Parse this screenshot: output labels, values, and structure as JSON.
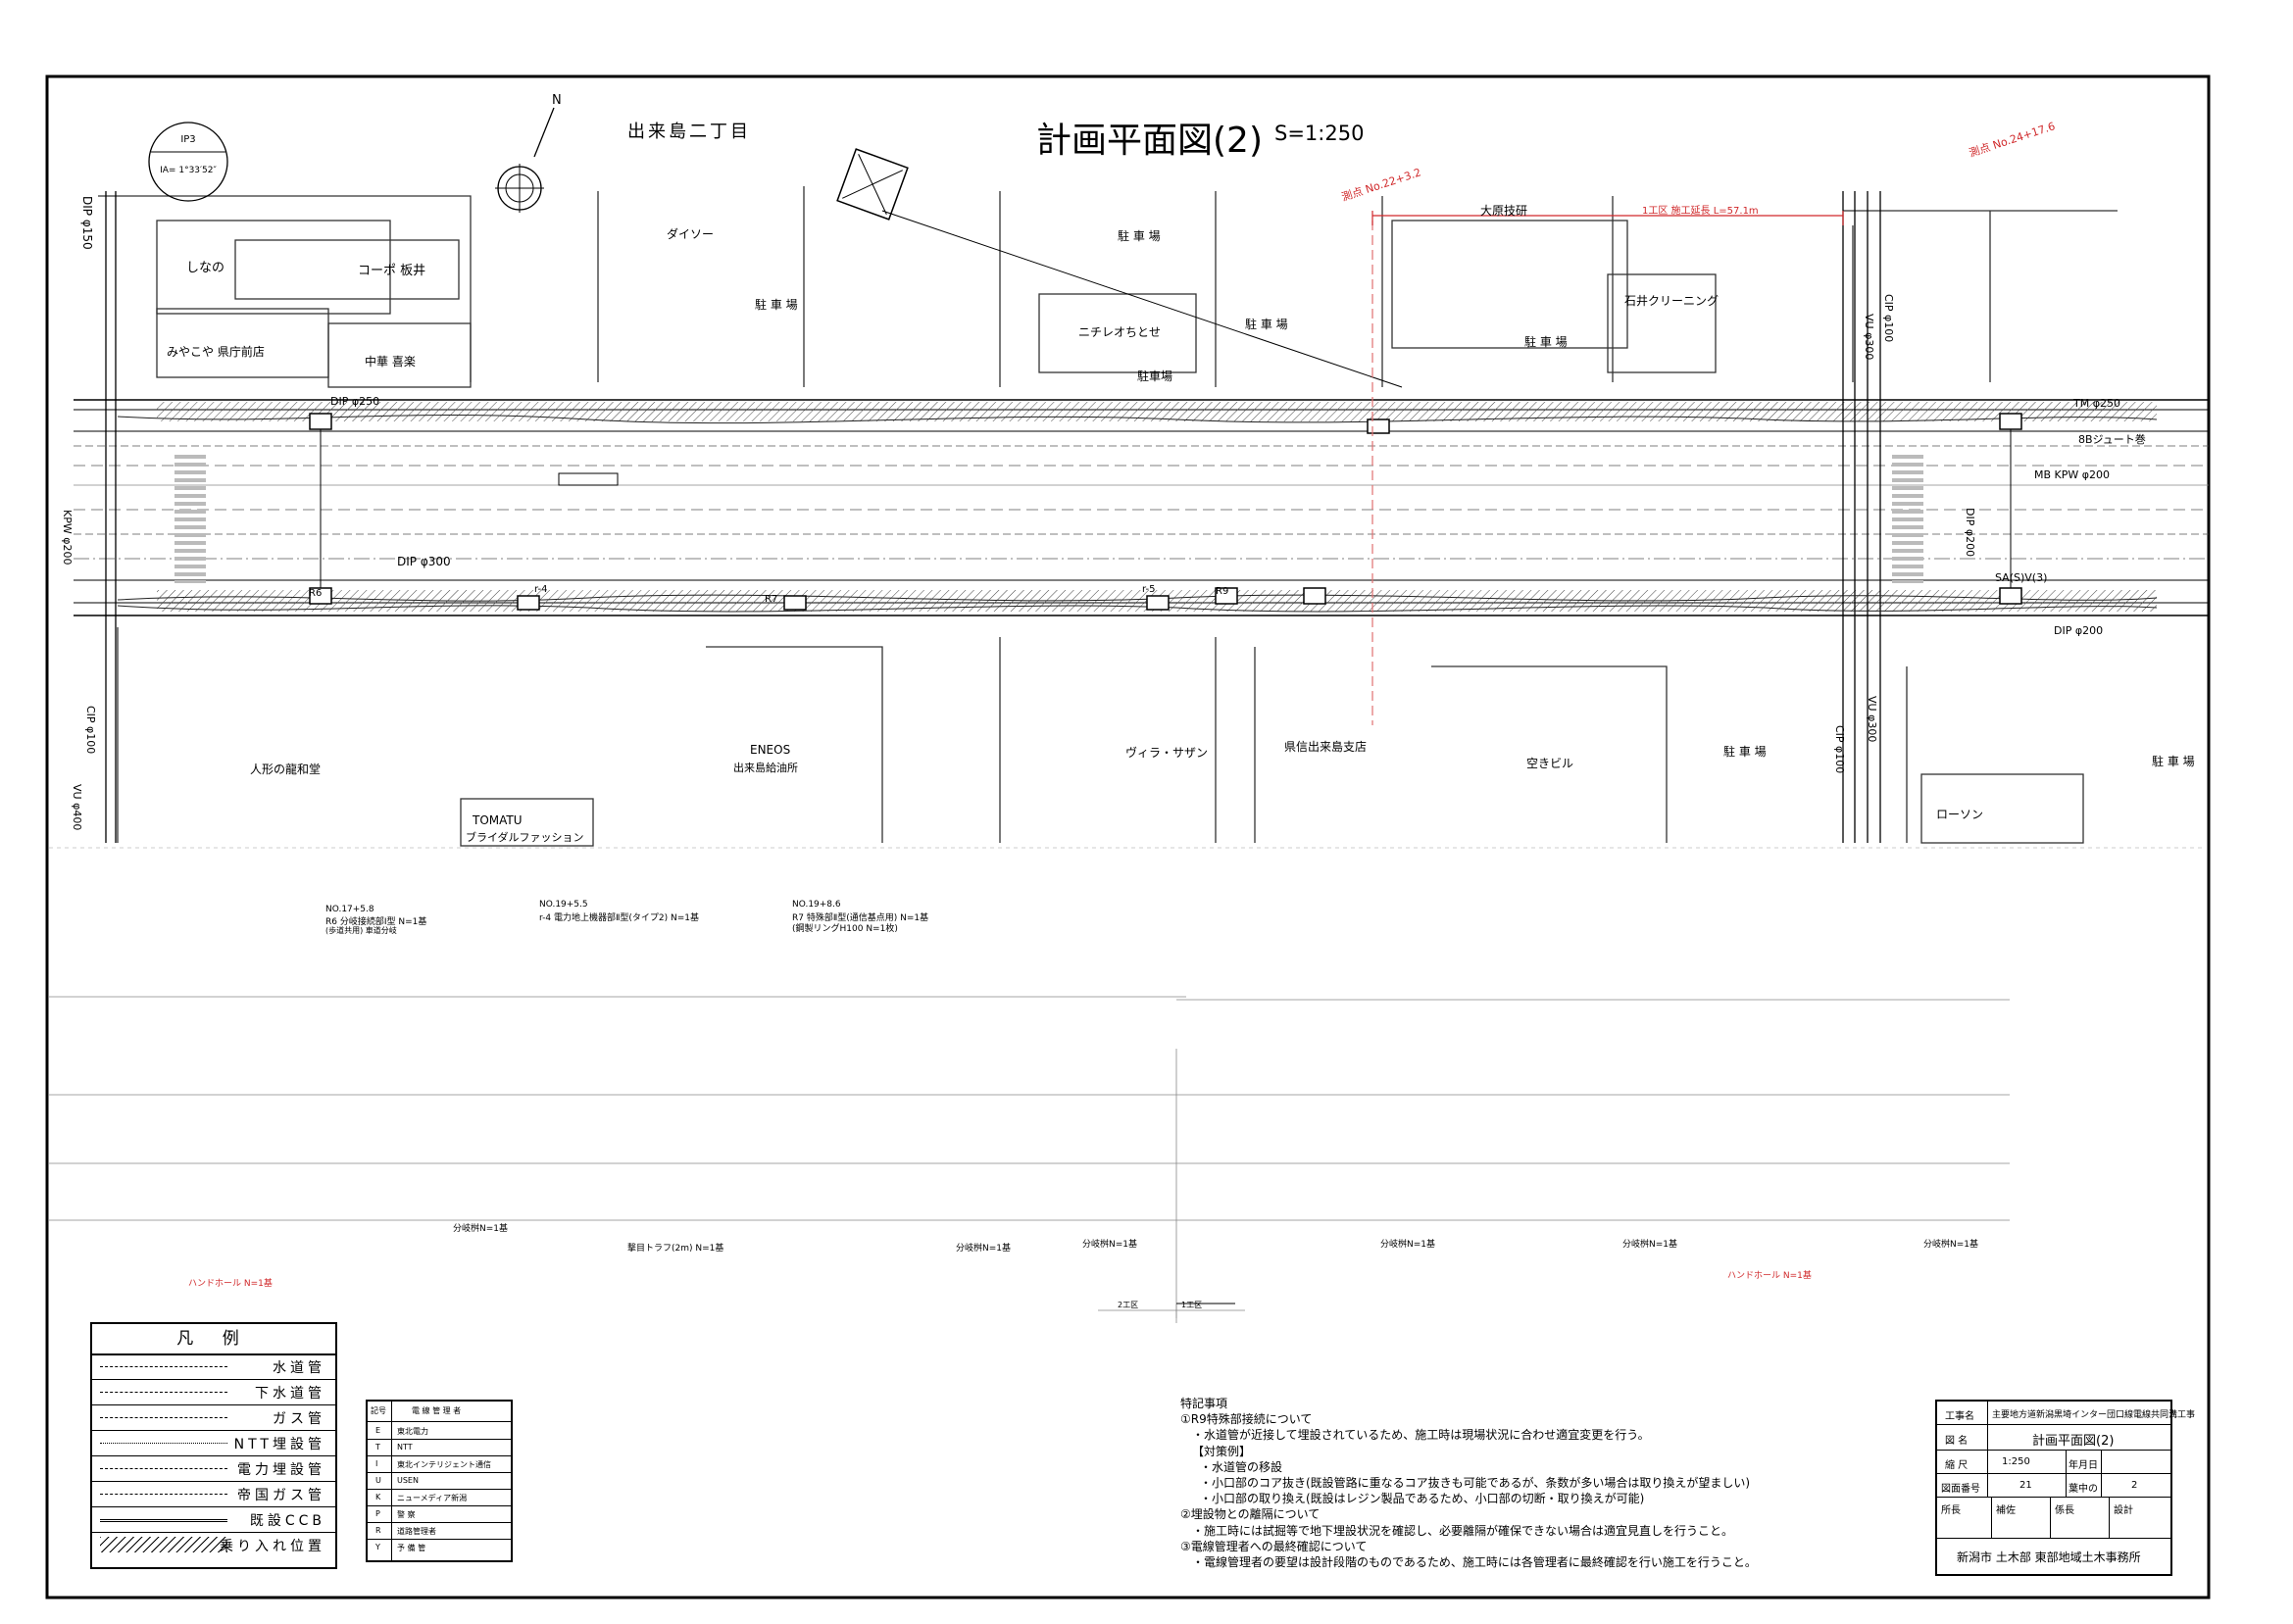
{
  "drawing": {
    "title": "計画平面図(2)",
    "scale": "S=1:250",
    "district": "出来島二丁目",
    "survey_circle": {
      "line1": "IP3",
      "line2": "IA= 1°33′52″"
    },
    "north_label": "N"
  },
  "buildings": [
    {
      "label": "しなの"
    },
    {
      "label": "コーポ 板井"
    },
    {
      "label": "みやこや 県庁前店"
    },
    {
      "label": "中華 喜楽"
    },
    {
      "label": "ダイソー"
    },
    {
      "label": "駐 車 場"
    },
    {
      "label": "ニチレオちとせ"
    },
    {
      "label": "駐 車 場"
    },
    {
      "label": "駐車場"
    },
    {
      "label": "大原技研"
    },
    {
      "label": "石井クリーニング"
    },
    {
      "label": "駐 車 場"
    },
    {
      "label": "駐 車 場"
    },
    {
      "label": "人形の龍和堂"
    },
    {
      "label": "ENEOS"
    },
    {
      "label": "出来島給油所"
    },
    {
      "label": "ヴィラ・サザン"
    },
    {
      "label": "県信出来島支店"
    },
    {
      "label": "空きビル"
    },
    {
      "label": "駐 車 場"
    },
    {
      "label": "ローソン"
    },
    {
      "label": "駐 車 場"
    },
    {
      "label": "TOMATU"
    },
    {
      "label": "ブライダルファッション"
    }
  ],
  "pipe_labels": {
    "dip150": "DIP φ150",
    "dip250": "DIP φ250",
    "dip300": "DIP φ300",
    "kpw200": "KPW φ200",
    "cip100": "CIP φ100",
    "vu400": "VU φ400",
    "vu300": "VU φ300",
    "cip100b": "CIP φ100",
    "dip200": "DIP φ200",
    "dip200b": "DIP φ200",
    "tm250": "TM φ250",
    "jute": "8Bジュート巻",
    "mbkpw": "MB KPW φ200",
    "cip100c": "CIP φ100",
    "vu300b": "VU φ300",
    "r6": "R6",
    "r7": "R7",
    "r9": "R9",
    "r4": "r-4",
    "r5": "r-5",
    "sa": "SA(S)V(3)",
    "kouku": "1工区  施工延長 L=57.1m",
    "sokuten1": "測点 No.22+3.2",
    "sokuten2": "測点 No.24+17.6"
  },
  "bottom_notes": {
    "n1": "NO.17+5.8",
    "n1b": "R6 分岐接続部Ⅰ型 N=1基",
    "n1c": "(歩道共用)  車道分岐",
    "n2": "NO.19+5.5",
    "n2b": "r-4 電力地上機器部Ⅱ型(タイプ2) N=1基",
    "n3": "NO.19+8.6",
    "n3b": "R7 特殊部Ⅱ型(通信基点用) N=1基",
    "n3c": "(鋼製リングH100 N=1枚)",
    "n4": "ハンドホール N=1基",
    "n5": "ハンドホール N=1基",
    "n6": "分岐桝N=1基",
    "n7": "分岐桝N=1基",
    "n8": "分岐桝N=1基",
    "n9": "分岐桝N=1基",
    "n10": "分岐桝N=1基",
    "n11": "分岐桝N=1基",
    "n12": "撃目トラフ(2m) N=1基",
    "kouku2": "2工区",
    "kouku1": "1工区"
  },
  "legend": {
    "title": "凡  例",
    "items": [
      {
        "label": "水道管",
        "style": "dash"
      },
      {
        "label": "下水道管",
        "style": "dashdot"
      },
      {
        "label": "ガス管",
        "style": "dash2"
      },
      {
        "label": "NTT埋設管",
        "style": "dot"
      },
      {
        "label": "電力埋設管",
        "style": "dashlong"
      },
      {
        "label": "帝国ガス管",
        "style": "dashdot2"
      },
      {
        "label": "既設CCB",
        "style": "double"
      },
      {
        "label": "乗り入れ位置",
        "style": "hatch"
      }
    ]
  },
  "owners": {
    "head_code": "記号",
    "head_name": "電 線 管 理 者",
    "rows": [
      {
        "code": "E",
        "name": "東北電力"
      },
      {
        "code": "T",
        "name": "NTT"
      },
      {
        "code": "I",
        "name": "東北インテリジェント通信"
      },
      {
        "code": "U",
        "name": "USEN"
      },
      {
        "code": "K",
        "name": "ニューメディア新潟"
      },
      {
        "code": "P",
        "name": "警  察"
      },
      {
        "code": "R",
        "name": "道路管理者"
      },
      {
        "code": "Y",
        "name": "予 備 管"
      }
    ]
  },
  "notes": {
    "heading": "特記事項",
    "lines": [
      "①R9特殊部接続について",
      "・水道管が近接して埋設されているため、施工時は現場状況に合わせ適宜変更を行う。",
      "【対策例】",
      "・水道管の移設",
      "・小口部のコア抜き(既設管路に重なるコア抜きも可能であるが、条数が多い場合は取り換えが望ましい)",
      "・小口部の取り換え(既設はレジン製品であるため、小口部の切断・取り換えが可能)",
      "②埋設物との離隔について",
      "・施工時には試掘等で地下埋設状況を確認し、必要離隔が確保できない場合は適宜見直しを行うこと。",
      "③電線管理者への最終確認について",
      "・電線管理者の要望は設計段階のものであるため、施工時には各管理者に最終確認を行い施工を行うこと。"
    ]
  },
  "title_block": {
    "project_label": "工事名",
    "project": "主要地方道新潟黒埼インター団口線電線共同溝工事",
    "drawing_label": "図  名",
    "drawing": "計画平面図(2)",
    "scale_label": "縮  尺",
    "scale": "1:250",
    "date_label": "年月日",
    "number_label": "図面番号",
    "number": "21",
    "of_label": "葉中の",
    "sheet": "2",
    "roles": [
      "所長",
      "補佐",
      "係長",
      "設計"
    ],
    "office": "新潟市 土木部 東部地域土木事務所"
  }
}
